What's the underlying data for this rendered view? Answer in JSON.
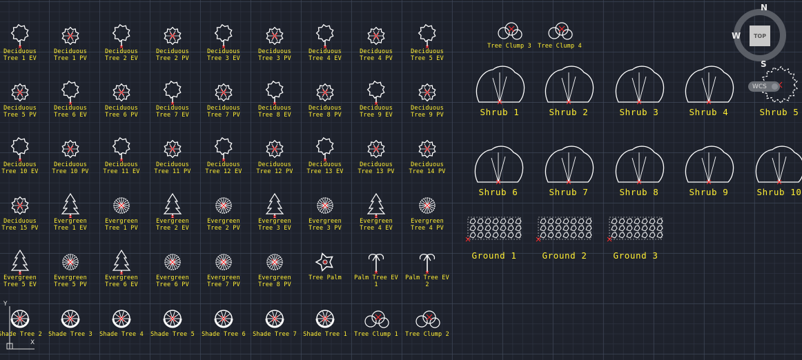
{
  "viewcube": {
    "north": "N",
    "south": "S",
    "west": "W",
    "top_face": "TOP",
    "wcs_label": "WCS"
  },
  "ucs": {
    "y_label": "Y",
    "x_label": "X"
  },
  "blocks": [
    {
      "label": "Deciduous\nTree 1 EV",
      "icon": "deciduous-elevation-icon",
      "size": "small"
    },
    {
      "label": "Deciduous\nTree 1 PV",
      "icon": "deciduous-plan-icon",
      "size": "small"
    },
    {
      "label": "Deciduous\nTree 2 EV",
      "icon": "deciduous-elevation-icon",
      "size": "small"
    },
    {
      "label": "Deciduous\nTree 2 PV",
      "icon": "deciduous-plan-icon",
      "size": "small"
    },
    {
      "label": "Deciduous\nTree 3 EV",
      "icon": "deciduous-elevation-icon",
      "size": "small"
    },
    {
      "label": "Deciduous\nTree 3 PV",
      "icon": "deciduous-plan-icon",
      "size": "small"
    },
    {
      "label": "Deciduous\nTree 4 EV",
      "icon": "deciduous-elevation-icon",
      "size": "small"
    },
    {
      "label": "Deciduous\nTree 4 PV",
      "icon": "deciduous-plan-icon",
      "size": "small"
    },
    {
      "label": "Deciduous\nTree 5 EV",
      "icon": "deciduous-elevation-icon",
      "size": "small"
    },
    {
      "label": "Deciduous\nTree 5 PV",
      "icon": "deciduous-plan-icon",
      "size": "small"
    },
    {
      "label": "Deciduous\nTree 6 EV",
      "icon": "deciduous-elevation-icon",
      "size": "small"
    },
    {
      "label": "Deciduous\nTree 6 PV",
      "icon": "deciduous-plan-icon",
      "size": "small"
    },
    {
      "label": "Deciduous\nTree 7 EV",
      "icon": "deciduous-elevation-icon",
      "size": "small"
    },
    {
      "label": "Deciduous\nTree 7 PV",
      "icon": "deciduous-plan-icon",
      "size": "small"
    },
    {
      "label": "Deciduous\nTree 8 EV",
      "icon": "deciduous-elevation-icon",
      "size": "small"
    },
    {
      "label": "Deciduous\nTree 8 PV",
      "icon": "deciduous-plan-icon",
      "size": "small"
    },
    {
      "label": "Deciduous\nTree 9 EV",
      "icon": "deciduous-elevation-icon",
      "size": "small"
    },
    {
      "label": "Deciduous\nTree 9 PV",
      "icon": "deciduous-plan-icon",
      "size": "small"
    },
    {
      "label": "Deciduous\nTree 10 EV",
      "icon": "deciduous-elevation-icon",
      "size": "small"
    },
    {
      "label": "Deciduous\nTree 10 PV",
      "icon": "deciduous-plan-icon",
      "size": "small"
    },
    {
      "label": "Deciduous\nTree 11 EV",
      "icon": "deciduous-elevation-icon",
      "size": "small"
    },
    {
      "label": "Deciduous\nTree 11 PV",
      "icon": "deciduous-plan-icon",
      "size": "small"
    },
    {
      "label": "Deciduous\nTree 12 EV",
      "icon": "deciduous-elevation-icon",
      "size": "small"
    },
    {
      "label": "Deciduous\nTree 12 PV",
      "icon": "deciduous-plan-icon",
      "size": "small"
    },
    {
      "label": "Deciduous\nTree 13 EV",
      "icon": "deciduous-elevation-icon",
      "size": "small"
    },
    {
      "label": "Deciduous\nTree 13 PV",
      "icon": "deciduous-plan-icon",
      "size": "small"
    },
    {
      "label": "Deciduous\nTree 14 PV",
      "icon": "deciduous-plan-icon",
      "size": "small"
    },
    {
      "label": "Deciduous\nTree 15 PV",
      "icon": "deciduous-plan-icon",
      "size": "small"
    },
    {
      "label": "Evergreen\nTree 1 EV",
      "icon": "evergreen-elevation-icon",
      "size": "small"
    },
    {
      "label": "Evergreen\nTree 1 PV",
      "icon": "evergreen-plan-icon",
      "size": "small"
    },
    {
      "label": "Evergreen\nTree 2 EV",
      "icon": "evergreen-elevation-icon",
      "size": "small"
    },
    {
      "label": "Evergreen\nTree 2 PV",
      "icon": "evergreen-plan-icon",
      "size": "small"
    },
    {
      "label": "Evergreen\nTree 3 EV",
      "icon": "evergreen-elevation-icon",
      "size": "small"
    },
    {
      "label": "Evergreen\nTree 3 PV",
      "icon": "evergreen-plan-icon",
      "size": "small"
    },
    {
      "label": "Evergreen\nTree 4 EV",
      "icon": "evergreen-elevation-icon",
      "size": "small"
    },
    {
      "label": "Evergreen\nTree 4 PV",
      "icon": "evergreen-plan-icon",
      "size": "small"
    },
    {
      "label": "Evergreen\nTree 5 EV",
      "icon": "evergreen-elevation-icon",
      "size": "small"
    },
    {
      "label": "Evergreen\nTree 5 PV",
      "icon": "evergreen-plan-icon",
      "size": "small"
    },
    {
      "label": "Evergreen\nTree 6 EV",
      "icon": "evergreen-elevation-icon",
      "size": "small"
    },
    {
      "label": "Evergreen\nTree 6 PV",
      "icon": "evergreen-plan-icon",
      "size": "small"
    },
    {
      "label": "Evergreen\nTree 7 PV",
      "icon": "evergreen-plan-icon",
      "size": "small"
    },
    {
      "label": "Evergreen\nTree 8 PV",
      "icon": "evergreen-plan-icon",
      "size": "small"
    },
    {
      "label": "Tree Palm",
      "icon": "palm-plan-icon",
      "size": "small"
    },
    {
      "label": "Palm Tree EV\n1",
      "icon": "palm-elevation-icon",
      "size": "small"
    },
    {
      "label": "Palm Tree EV\n2",
      "icon": "palm-elevation-icon",
      "size": "small"
    },
    {
      "label": "Shade Tree 2",
      "icon": "shade-tree-plan-icon",
      "size": "small"
    },
    {
      "label": "Shade Tree 3",
      "icon": "shade-tree-plan-icon",
      "size": "small"
    },
    {
      "label": "Shade Tree 4",
      "icon": "shade-tree-plan-icon",
      "size": "small"
    },
    {
      "label": "Shade Tree 5",
      "icon": "shade-tree-plan-icon",
      "size": "small"
    },
    {
      "label": "Shade Tree 6",
      "icon": "shade-tree-plan-icon",
      "size": "small"
    },
    {
      "label": "Shade Tree 7",
      "icon": "shade-tree-plan-icon",
      "size": "small"
    },
    {
      "label": "Shade Tree 1",
      "icon": "shade-tree-plan-icon",
      "size": "small"
    },
    {
      "label": "Tree Clump 1",
      "icon": "tree-clump-icon",
      "size": "small"
    },
    {
      "label": "Tree Clump 2",
      "icon": "tree-clump-icon",
      "size": "small"
    },
    {
      "label": "Tree Clump 3",
      "icon": "tree-clump-icon",
      "size": "small"
    },
    {
      "label": "Tree Clump 4",
      "icon": "tree-clump-icon",
      "size": "small"
    },
    {
      "label": "Shrub 1",
      "icon": "shrub-elevation-icon",
      "size": "large"
    },
    {
      "label": "Shrub 2",
      "icon": "shrub-elevation-icon",
      "size": "large"
    },
    {
      "label": "Shrub 3",
      "icon": "shrub-elevation-icon",
      "size": "large"
    },
    {
      "label": "Shrub 4",
      "icon": "shrub-elevation-icon",
      "size": "large"
    },
    {
      "label": "Shrub 5",
      "icon": "shrub-plan-icon",
      "size": "large"
    },
    {
      "label": "Shrub 6",
      "icon": "shrub-elevation-icon",
      "size": "large"
    },
    {
      "label": "Shrub 7",
      "icon": "shrub-elevation-icon",
      "size": "large"
    },
    {
      "label": "Shrub 8",
      "icon": "shrub-elevation-icon",
      "size": "large"
    },
    {
      "label": "Shrub 9",
      "icon": "shrub-elevation-icon",
      "size": "large"
    },
    {
      "label": "Shrub 10",
      "icon": "shrub-elevation-icon",
      "size": "large"
    },
    {
      "label": "Ground 1",
      "icon": "ground-cover-icon",
      "size": "large"
    },
    {
      "label": "Ground 2",
      "icon": "ground-cover-icon",
      "size": "large"
    },
    {
      "label": "Ground 3",
      "icon": "ground-cover-icon",
      "size": "large"
    }
  ],
  "colors": {
    "label": "#ffee33",
    "linework": "#ffffff",
    "insertion_marker": "#ff2a2a",
    "background": "#1e222c"
  }
}
